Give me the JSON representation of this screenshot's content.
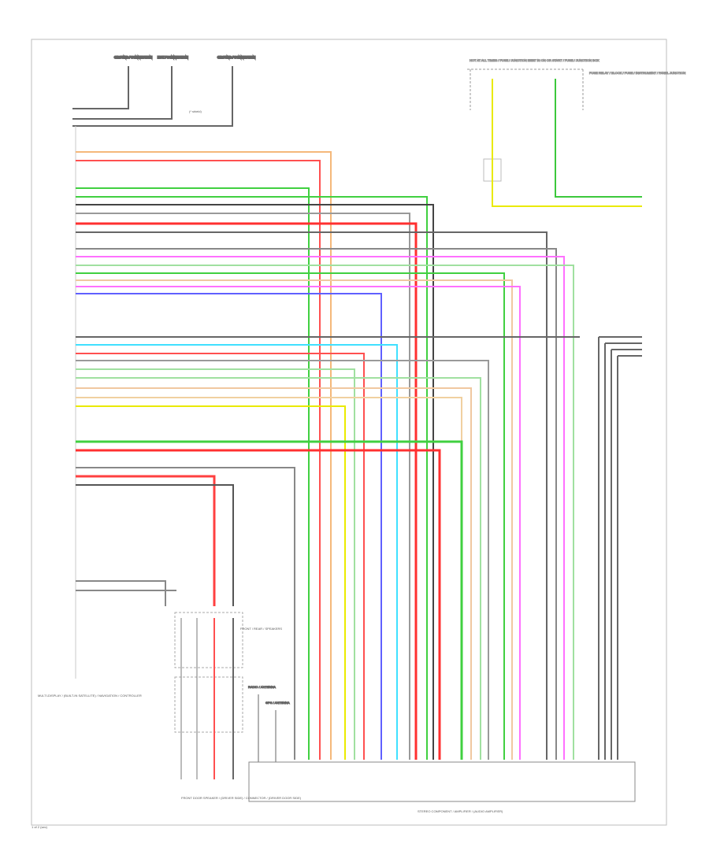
{
  "diagram": {
    "footer_code": "1 of 2 (sec)",
    "top_connectors": [
      "GROUND / CONNECTION",
      "HOT / CONNECTION",
      "GROUND / CONNECTION"
    ],
    "shield_note": "(* shield)",
    "top_right_labels": [
      "HOT AT ALL TIMES / FUSE / JUNCTION BOX",
      "HOT IN ON OR START / FUSE / JUNCTION BOX",
      "FUSE RELAY / BLOCK / FUSE / INSTRUMENT / PANEL JUNCTION"
    ],
    "left_module_label": "MULTI-DISPLAY / (BUILT-IN SATELLITE) / NAVIGATION / CONTROLLER",
    "speaker_group_label": "FRONT / REAR / SPEAKERS",
    "front_speaker_box_label": "FRONT DOOR SPEAKER / (DRIVER SIDE) / CONNECTOR / (DRIVER DOOR SIDE)",
    "stereo_amp_label": "STEREO COMPONENT / AMPLIFIER / (AUDIO AMPLIFIER)",
    "antenna_labels": [
      "RADIO / ANTENNA",
      "GPS / ANTENNA"
    ]
  }
}
